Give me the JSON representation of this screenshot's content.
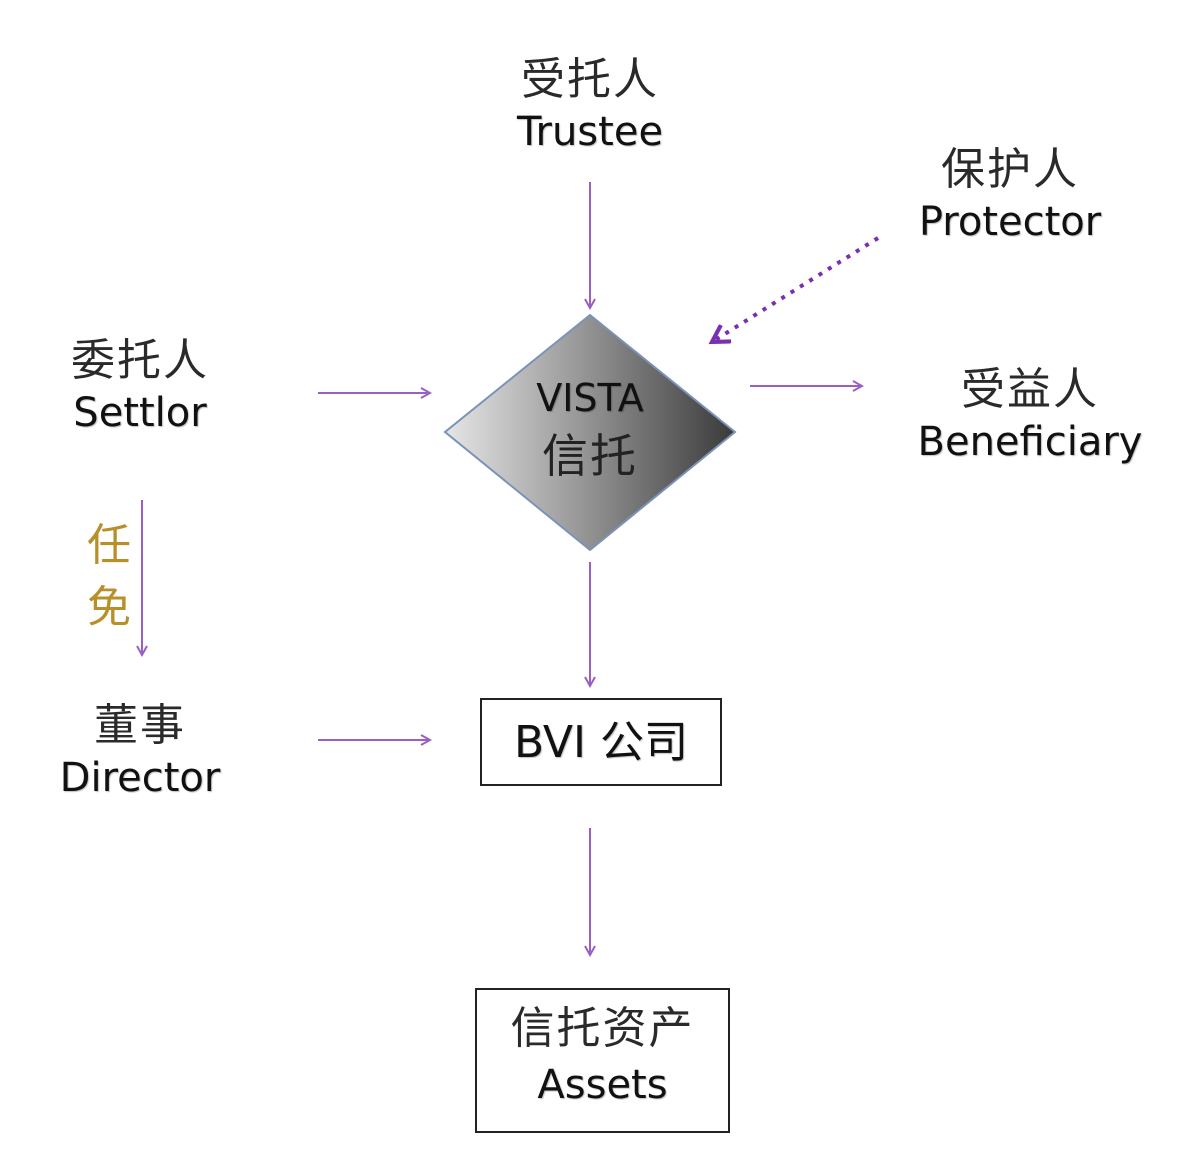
{
  "nodes": {
    "trustee": {
      "cn": "受托人",
      "en": "Trustee"
    },
    "protector": {
      "cn": "保护人",
      "en": "Protector"
    },
    "settlor": {
      "cn": "委托人",
      "en": "Settlor"
    },
    "trust": {
      "en": "VISTA",
      "cn": "信托"
    },
    "beneficiary": {
      "cn": "受益人",
      "en": "Beneficiary"
    },
    "director": {
      "cn": "董事",
      "en": "Director"
    },
    "bvi_company": {
      "label": "BVI 公司"
    },
    "assets": {
      "cn": "信托资产",
      "en": "Assets"
    }
  },
  "edges": {
    "appoint_label": "任免"
  },
  "colors": {
    "arrow": "#9a5fc4",
    "dotted_arrow": "#7a2fb0",
    "appoint_text": "#b8902a",
    "diamond_light": "#e8e8e8",
    "diamond_dark": "#3a3a3a",
    "diamond_border": "#7a93b8"
  }
}
